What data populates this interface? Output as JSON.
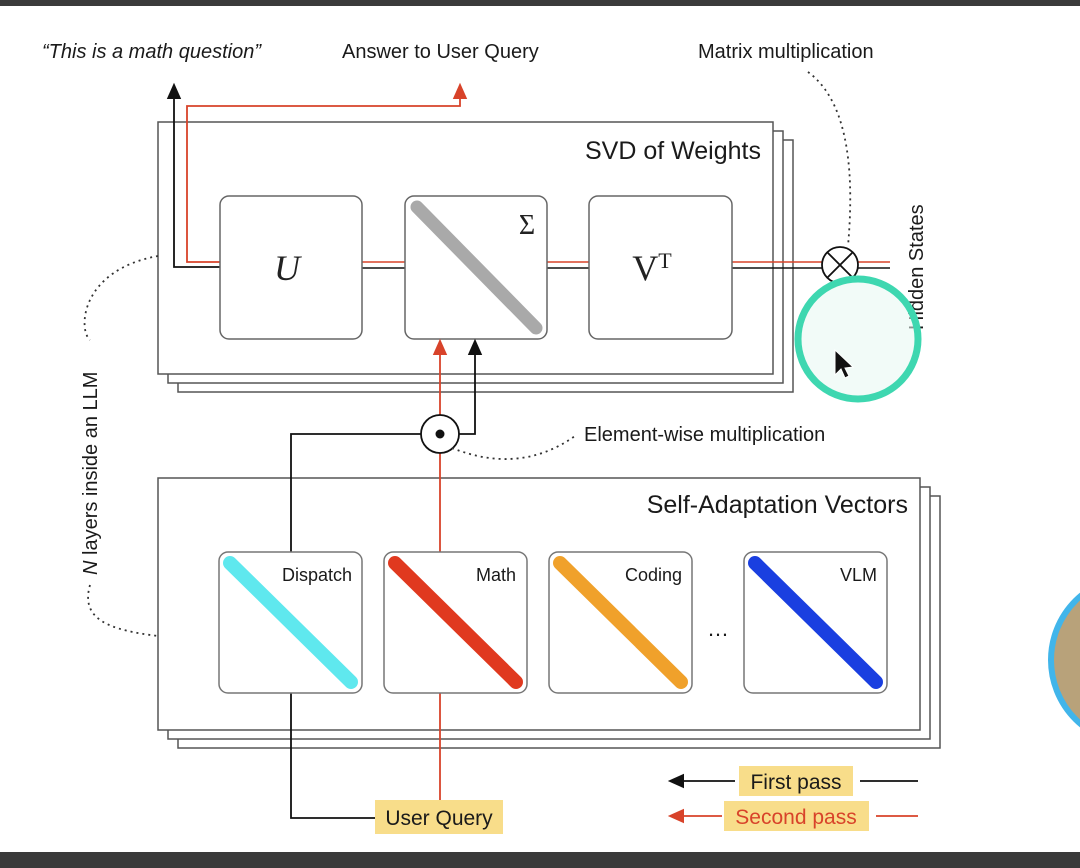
{
  "labels": {
    "math_question": "“This is a math question”",
    "answer_to_user_query": "Answer to User Query",
    "matrix_multiplication": "Matrix multiplication",
    "svd_of_weights": "SVD of Weights",
    "u": "U",
    "sigma": "Σ",
    "v_base": "V",
    "v_sup": "T",
    "hidden_states": "Hidden States",
    "n_layers_n": "N",
    "n_layers_rest": " layers inside an LLM",
    "element_wise": "Element-wise multiplication",
    "self_adaptation_vectors": "Self-Adaptation Vectors",
    "dispatch": "Dispatch",
    "math": "Math",
    "coding": "Coding",
    "ellipsis": "…",
    "vlm": "VLM",
    "user_query": "User Query",
    "first_pass": "First pass",
    "second_pass": "Second pass"
  },
  "colors": {
    "first_pass": "#111111",
    "second_pass": "#d8432a",
    "dispatch_vector": "#5fe8ee",
    "math_vector": "#e0391f",
    "coding_vector": "#f0a12b",
    "vlm_vector": "#1a3fe0",
    "sigma_diagonal": "#a9a9a9",
    "highlight": "#f8dd8a",
    "cursor_ring": "#3ed7b0"
  }
}
